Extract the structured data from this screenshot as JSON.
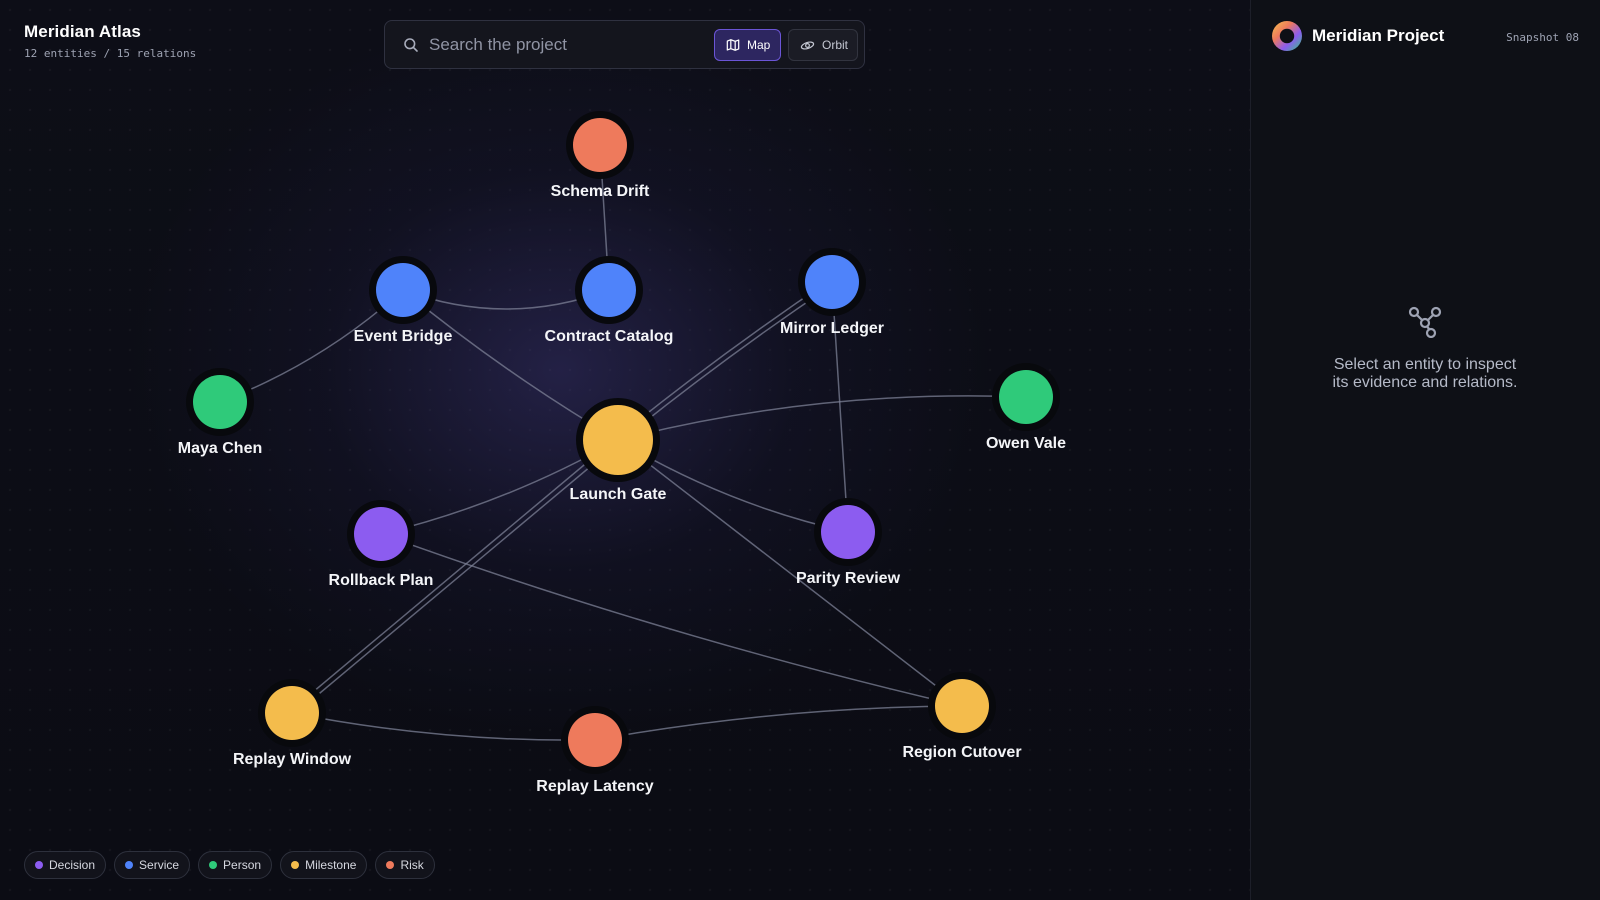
{
  "app": {
    "title": "Meridian Atlas",
    "stats": "12 entities / 15 relations"
  },
  "search": {
    "placeholder": "Search the project",
    "value": ""
  },
  "view_modes": {
    "map_label": "Map",
    "orbit_label": "Orbit",
    "active": "Map"
  },
  "colors": {
    "decision": "#8c5cf0",
    "service": "#4f83fa",
    "person": "#2fca7a",
    "milestone": "#f4bc4c",
    "risk": "#ee7a5c",
    "edge": "#7c8096",
    "accent": "#6b55d6"
  },
  "graph": {
    "nodes": [
      {
        "id": "schema-drift",
        "label": "Schema Drift",
        "type": "risk"
      },
      {
        "id": "event-bridge",
        "label": "Event Bridge",
        "type": "service"
      },
      {
        "id": "contract-catalog",
        "label": "Contract Catalog",
        "type": "service"
      },
      {
        "id": "mirror-ledger",
        "label": "Mirror Ledger",
        "type": "service"
      },
      {
        "id": "maya-chen",
        "label": "Maya Chen",
        "type": "person"
      },
      {
        "id": "owen-vale",
        "label": "Owen Vale",
        "type": "person"
      },
      {
        "id": "launch-gate",
        "label": "Launch Gate",
        "type": "milestone",
        "hub": true
      },
      {
        "id": "rollback-plan",
        "label": "Rollback Plan",
        "type": "decision"
      },
      {
        "id": "parity-review",
        "label": "Parity Review",
        "type": "decision"
      },
      {
        "id": "replay-window",
        "label": "Replay Window",
        "type": "milestone"
      },
      {
        "id": "replay-latency",
        "label": "Replay Latency",
        "type": "risk"
      },
      {
        "id": "region-cutover",
        "label": "Region Cutover",
        "type": "milestone"
      }
    ],
    "edges": [
      {
        "from": "schema-drift",
        "to": "contract-catalog"
      },
      {
        "from": "event-bridge",
        "to": "contract-catalog"
      },
      {
        "from": "event-bridge",
        "to": "maya-chen"
      },
      {
        "from": "event-bridge",
        "to": "launch-gate"
      },
      {
        "from": "mirror-ledger",
        "to": "launch-gate",
        "double": true
      },
      {
        "from": "mirror-ledger",
        "to": "parity-review"
      },
      {
        "from": "launch-gate",
        "to": "owen-vale"
      },
      {
        "from": "launch-gate",
        "to": "rollback-plan"
      },
      {
        "from": "launch-gate",
        "to": "parity-review"
      },
      {
        "from": "launch-gate",
        "to": "replay-window",
        "double": true
      },
      {
        "from": "launch-gate",
        "to": "region-cutover"
      },
      {
        "from": "rollback-plan",
        "to": "region-cutover"
      },
      {
        "from": "replay-window",
        "to": "replay-latency"
      },
      {
        "from": "replay-latency",
        "to": "region-cutover"
      }
    ]
  },
  "legend": [
    {
      "label": "Decision",
      "type": "decision"
    },
    {
      "label": "Service",
      "type": "service"
    },
    {
      "label": "Person",
      "type": "person"
    },
    {
      "label": "Milestone",
      "type": "milestone"
    },
    {
      "label": "Risk",
      "type": "risk"
    }
  ],
  "panel": {
    "project_name": "Meridian Project",
    "snapshot": "Snapshot 08",
    "empty_line1": "Select an entity to inspect",
    "empty_line2": "its evidence and relations."
  }
}
